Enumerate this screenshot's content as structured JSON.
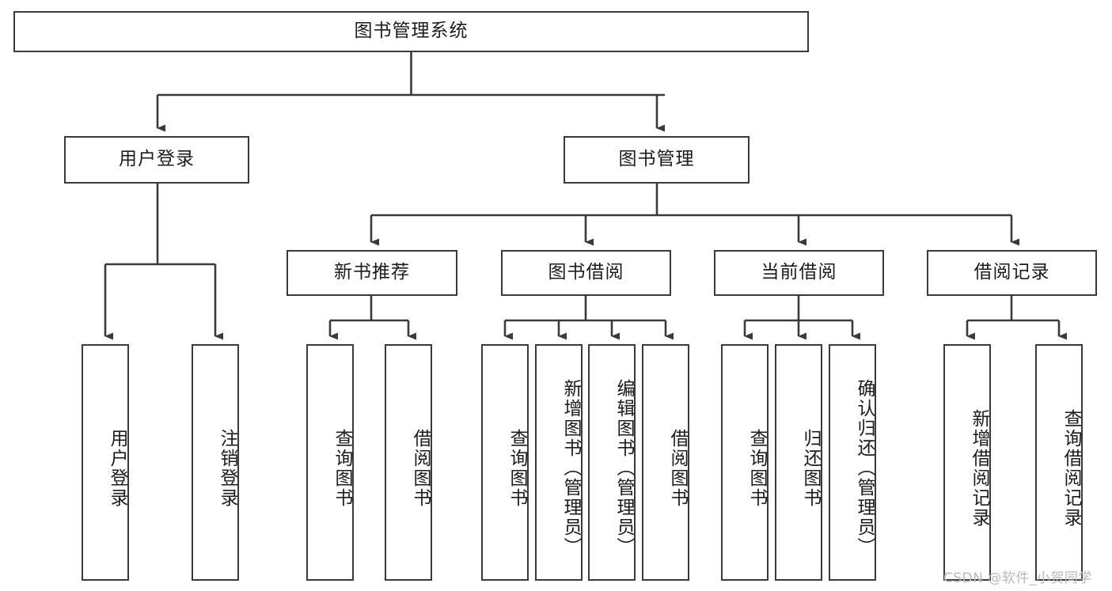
{
  "diagram": {
    "title": "图书管理系统",
    "type": "tree-hierarchy-diagram",
    "colors": {
      "box_border": "#3a3a3a",
      "box_fill": "#ffffff",
      "edge": "#3a3a3a",
      "text": "#1c1c1c",
      "watermark": "#b9b9b9",
      "background": "#ffffff"
    },
    "root": {
      "label": "图书管理系统"
    },
    "level2": [
      {
        "label": "用户登录"
      },
      {
        "label": "图书管理"
      }
    ],
    "level3": [
      {
        "label": "新书推荐"
      },
      {
        "label": "图书借阅"
      },
      {
        "label": "当前借阅"
      },
      {
        "label": "借阅记录"
      }
    ],
    "leaves": {
      "user_login": [
        {
          "label": "用户登录"
        },
        {
          "label": "注销登录"
        }
      ],
      "new_book_recommend": [
        {
          "label": "查询图书"
        },
        {
          "label": "借阅图书"
        }
      ],
      "book_borrow": [
        {
          "label": "查询图书"
        },
        {
          "label": "新增图书（管理员）"
        },
        {
          "label": "编辑图书（管理员）"
        },
        {
          "label": "借阅图书"
        }
      ],
      "current_borrow": [
        {
          "label": "查询图书"
        },
        {
          "label": "归还图书"
        },
        {
          "label": "确认归还（管理员）"
        }
      ],
      "borrow_record": [
        {
          "label": "新增借阅记录"
        },
        {
          "label": "查询借阅记录"
        }
      ]
    },
    "watermark": "CSDN @软件_小贺同学"
  }
}
